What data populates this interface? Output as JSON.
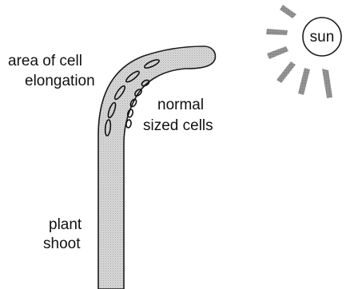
{
  "diagram": {
    "labels": {
      "elongation_line1": "area of cell",
      "elongation_line2": "elongation",
      "normal_line1": "normal",
      "normal_line2": "sized cells",
      "shoot_line1": "plant",
      "shoot_line2": "shoot",
      "sun": "sun"
    },
    "colors": {
      "shoot_fill": "#cfcfcf",
      "outline": "#1a1a1a",
      "sun_rays": "#8a8a8a",
      "background": "#ffffff"
    },
    "icons": [
      "sun-icon",
      "plant-shoot-icon",
      "cell-icon"
    ]
  }
}
